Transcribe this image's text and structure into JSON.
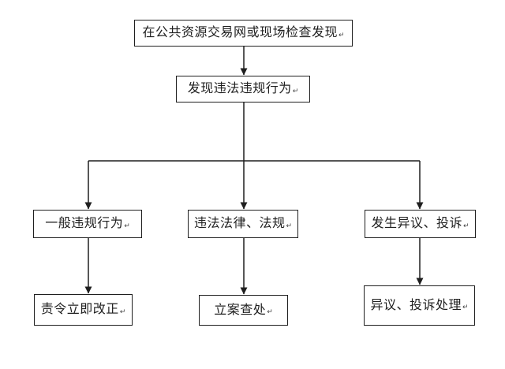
{
  "diagram": {
    "type": "flowchart",
    "background": "#ffffff",
    "line_color": "#1f1f1f",
    "text_color": "#1f1f1f",
    "return_mark": "↵",
    "nodes": [
      {
        "id": "source",
        "label": "在公共资源交易网或现场检查发现"
      },
      {
        "id": "violation-found",
        "label": "发现违法违规行为"
      },
      {
        "id": "general-violation",
        "label": "一般违规行为"
      },
      {
        "id": "law-violation",
        "label": "违法法律、法规"
      },
      {
        "id": "objection-complaint",
        "label": "发生异议、投诉"
      },
      {
        "id": "order-correction",
        "label": "责令立即改正"
      },
      {
        "id": "case-filing",
        "label": "立案查处"
      },
      {
        "id": "complaint-handling",
        "label": "异议、投诉处理"
      }
    ],
    "edges": [
      {
        "from": "source",
        "to": "violation-found"
      },
      {
        "from": "violation-found",
        "to": "general-violation"
      },
      {
        "from": "violation-found",
        "to": "law-violation"
      },
      {
        "from": "violation-found",
        "to": "objection-complaint"
      },
      {
        "from": "general-violation",
        "to": "order-correction"
      },
      {
        "from": "law-violation",
        "to": "case-filing"
      },
      {
        "from": "objection-complaint",
        "to": "complaint-handling"
      }
    ]
  }
}
